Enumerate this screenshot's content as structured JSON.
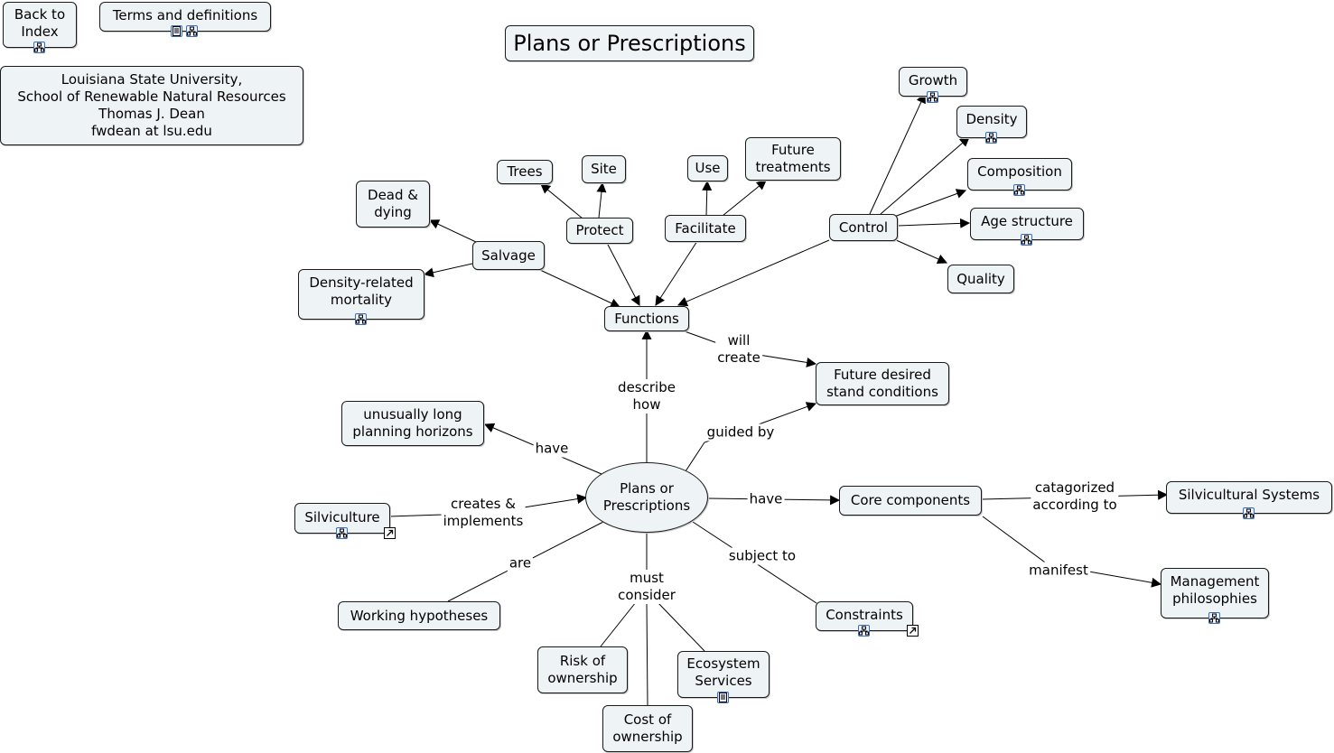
{
  "nodes": {
    "back": "Back to\nIndex",
    "terms": "Terms and definitions",
    "author": "Louisiana State University,\nSchool of Renewable Natural Resources\nThomas J. Dean\nfwdean at lsu.edu",
    "title": "Plans or Prescriptions",
    "growth": "Growth",
    "density": "Density",
    "composition": "Composition",
    "age_structure": "Age structure",
    "quality": "Quality",
    "control": "Control",
    "trees": "Trees",
    "site": "Site",
    "use": "Use",
    "future_treatments": "Future\ntreatments",
    "dead_dying": "Dead &\ndying",
    "protect": "Protect",
    "facilitate": "Facilitate",
    "salvage": "Salvage",
    "density_mortality": "Density-related\nmortality",
    "functions": "Functions",
    "future_conditions": "Future desired\nstand conditions",
    "long_horizons": "unusually long\nplanning horizons",
    "center": "Plans or\nPrescriptions",
    "silviculture": "Silviculture",
    "core_components": "Core components",
    "silvicultural_systems": "Silvicultural Systems",
    "management_philosophies": "Management\nphilosophies",
    "working_hypotheses": "Working hypotheses",
    "constraints": "Constraints",
    "risk": "Risk of\nownership",
    "ecosystem": "Ecosystem\nServices",
    "cost": "Cost of\nownership"
  },
  "labels": {
    "will_create": "will\ncreate",
    "describe_how": "describe\nhow",
    "guided_by": "guided by",
    "have_left": "have",
    "creates_implements": "creates &\nimplements",
    "have_right": "have",
    "categorized": "catagorized\naccording to",
    "manifest": "manifest",
    "are": "are",
    "must_consider": "must\nconsider",
    "subject_to": "subject to"
  },
  "icons": {
    "concept_map": "concept-map-icon",
    "document": "document-icon",
    "web_link": "web-link-icon"
  },
  "colors": {
    "node_fill": "#eef3f5",
    "node_border": "#1a1a1a",
    "line": "#000000",
    "icon_blue": "#3b6fb6"
  }
}
